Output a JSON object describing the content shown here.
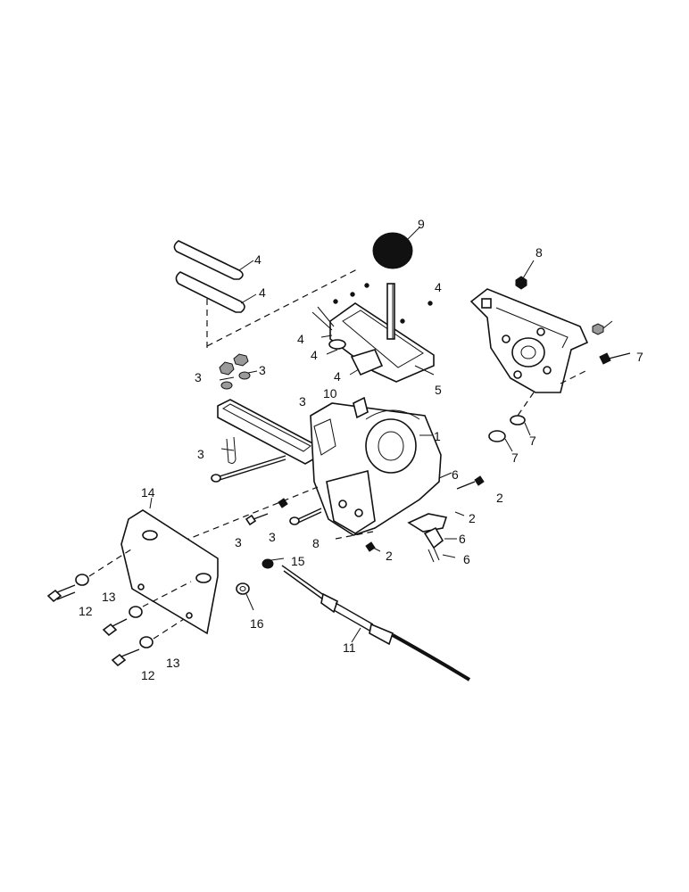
{
  "callouts": [
    {
      "id": "c1",
      "text": "1"
    },
    {
      "id": "c2a",
      "text": "2"
    },
    {
      "id": "c2b",
      "text": "2"
    },
    {
      "id": "c2c",
      "text": "2"
    },
    {
      "id": "c3a",
      "text": "3"
    },
    {
      "id": "c3b",
      "text": "3"
    },
    {
      "id": "c3c",
      "text": "3"
    },
    {
      "id": "c3d",
      "text": "3"
    },
    {
      "id": "c3e",
      "text": "3"
    },
    {
      "id": "c3f",
      "text": "3"
    },
    {
      "id": "c4a",
      "text": "4"
    },
    {
      "id": "c4b",
      "text": "4"
    },
    {
      "id": "c4c",
      "text": "4"
    },
    {
      "id": "c4d",
      "text": "4"
    },
    {
      "id": "c4e",
      "text": "4"
    },
    {
      "id": "c4f",
      "text": "4"
    },
    {
      "id": "c5",
      "text": "5"
    },
    {
      "id": "c6a",
      "text": "6"
    },
    {
      "id": "c6b",
      "text": "6"
    },
    {
      "id": "c6c",
      "text": "6"
    },
    {
      "id": "c7a",
      "text": "7"
    },
    {
      "id": "c7b",
      "text": "7"
    },
    {
      "id": "c7c",
      "text": "7"
    },
    {
      "id": "c8a",
      "text": "8"
    },
    {
      "id": "c8b",
      "text": "8"
    },
    {
      "id": "c9",
      "text": "9"
    },
    {
      "id": "c10",
      "text": "10"
    },
    {
      "id": "c11",
      "text": "11"
    },
    {
      "id": "c12a",
      "text": "12"
    },
    {
      "id": "c12b",
      "text": "12"
    },
    {
      "id": "c13a",
      "text": "13"
    },
    {
      "id": "c13b",
      "text": "13"
    },
    {
      "id": "c14",
      "text": "14"
    },
    {
      "id": "c15",
      "text": "15"
    },
    {
      "id": "c16",
      "text": "16"
    }
  ]
}
